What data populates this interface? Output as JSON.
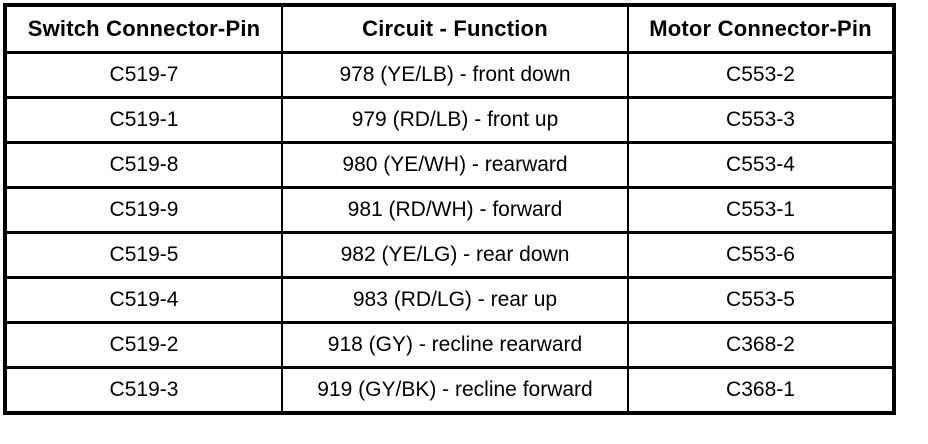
{
  "table": {
    "headers": [
      "Switch Connector-Pin",
      "Circuit - Function",
      "Motor Connector-Pin"
    ],
    "rows": [
      [
        "C519-7",
        "978 (YE/LB) - front down",
        "C553-2"
      ],
      [
        "C519-1",
        "979 (RD/LB) - front up",
        "C553-3"
      ],
      [
        "C519-8",
        "980 (YE/WH) - rearward",
        "C553-4"
      ],
      [
        "C519-9",
        "981 (RD/WH) - forward",
        "C553-1"
      ],
      [
        "C519-5",
        "982 (YE/LG) - rear down",
        "C553-6"
      ],
      [
        "C519-4",
        "983 (RD/LG) - rear up",
        "C553-5"
      ],
      [
        "C519-2",
        "918 (GY) - recline rearward",
        "C368-2"
      ],
      [
        "C519-3",
        "919 (GY/BK) - recline forward",
        "C368-1"
      ]
    ],
    "cell_names": [
      "switch-pin-cell",
      "circuit-function-cell",
      "motor-pin-cell"
    ],
    "colors": {
      "border": "#000000",
      "text": "#000000",
      "background": "#ffffff"
    }
  }
}
